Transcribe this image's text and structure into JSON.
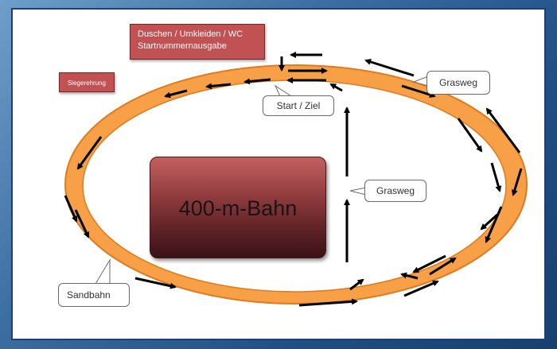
{
  "labels": {
    "service": "Duschen / Umkleiden / WC\nStartnummernausgabe",
    "ceremony": "Siegerehrung",
    "track": "400-m-Bahn",
    "start_finish": "Start / Ziel",
    "grass_top": "Grasweg",
    "grass_mid": "Grasweg",
    "sand": "Sandbahn"
  },
  "colors": {
    "track_orange": "#f7a047",
    "box_red": "#c15153",
    "frame_blue": "#1c3f77",
    "arrow": "#000000"
  },
  "icons": {
    "arrows": "arrow-icon"
  }
}
